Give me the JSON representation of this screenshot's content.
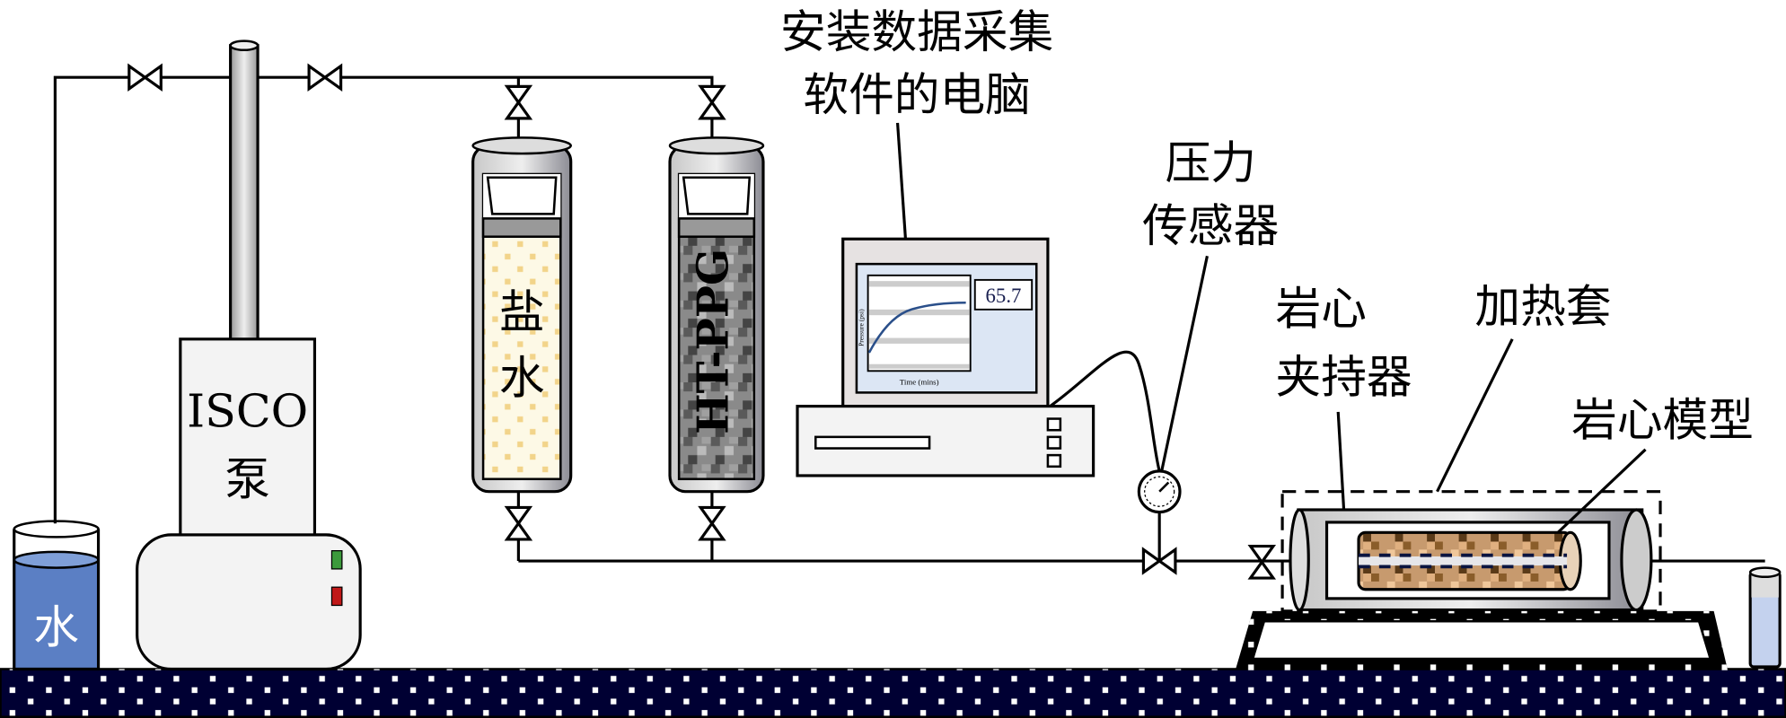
{
  "labels": {
    "computer_line1": "安装数据采集",
    "computer_line2": "软件的电脑",
    "sensor_line1": "压力",
    "sensor_line2": "传感器",
    "holder_line1": "岩心",
    "holder_line2": "夹持器",
    "heater": "加热套",
    "core_model": "岩心模型",
    "water": "水",
    "pump_line1": "ISCO",
    "pump_line2": "泵",
    "brine": "盐水",
    "gel": "HT-PPG"
  },
  "screen": {
    "reading": "65.7",
    "y_axis": "Pressure (psi)",
    "x_axis": "Time (mins)"
  },
  "colors": {
    "ground": "#000033",
    "water": "#5b7fc4",
    "curve": "#2a4f8a",
    "screen_bg": "#dce6f4"
  }
}
